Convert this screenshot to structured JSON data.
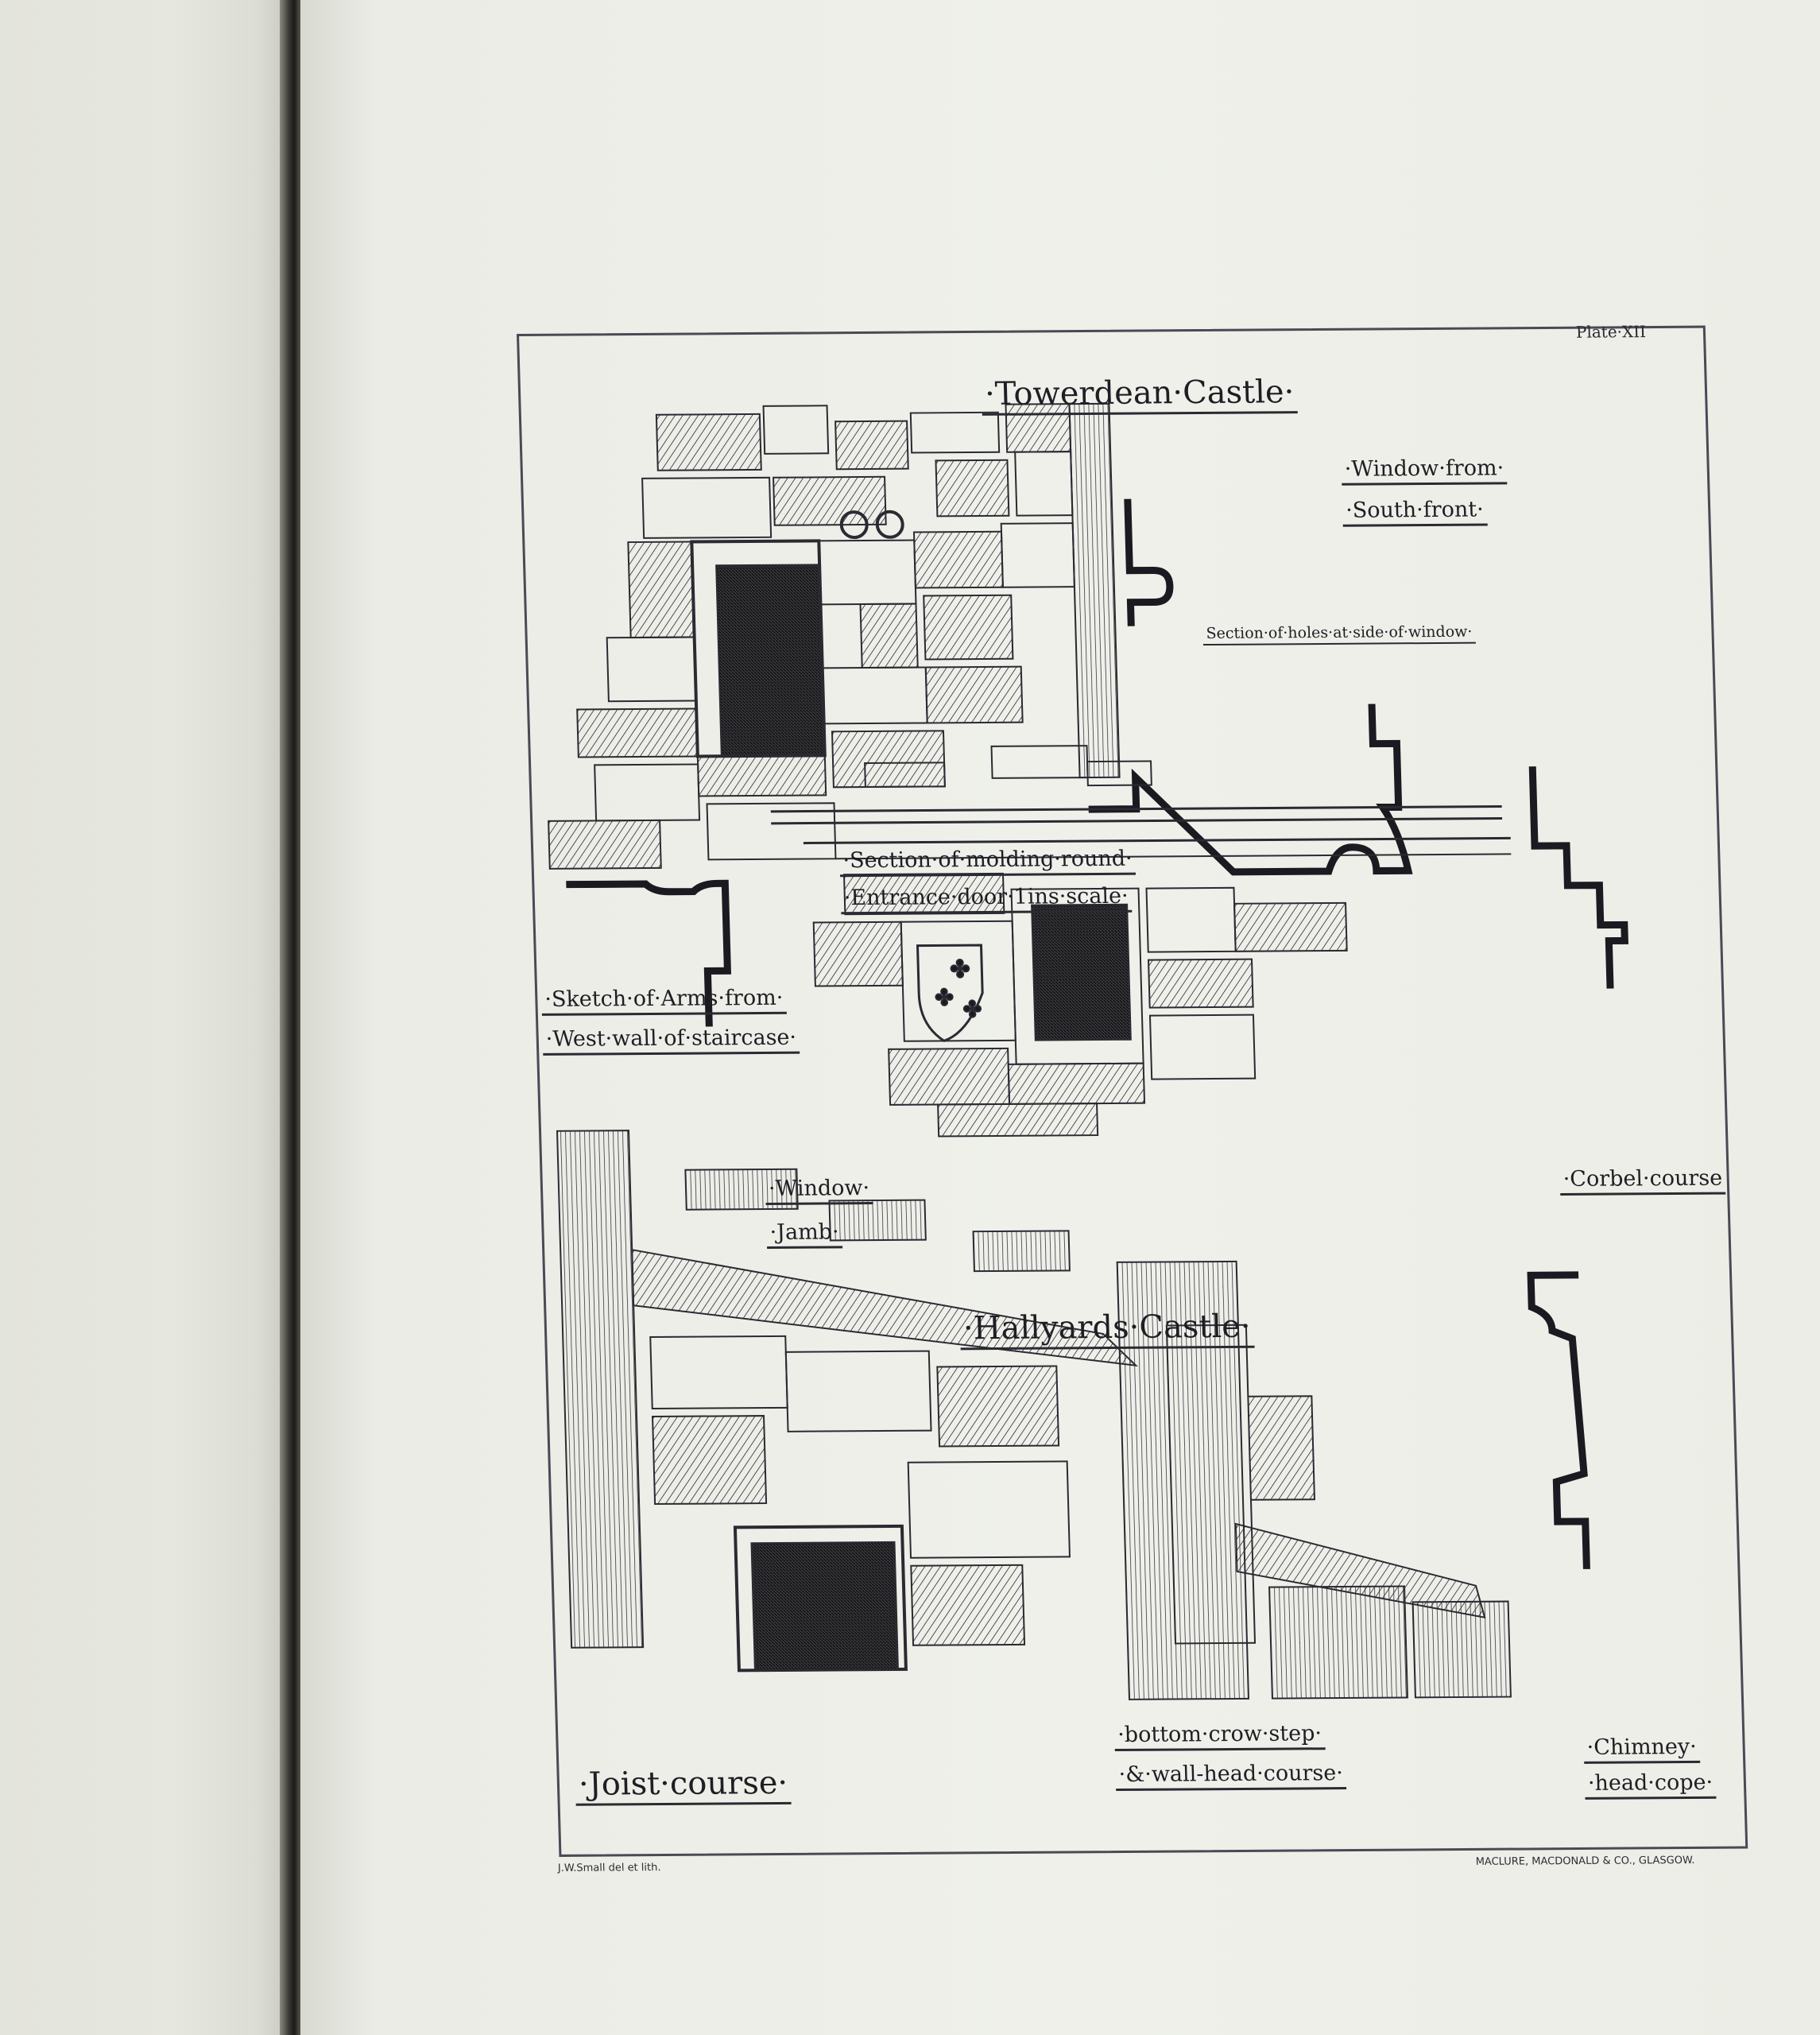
{
  "plate": {
    "plate_number": "Plate·XII",
    "title_top": "·Towerdean·Castle·",
    "title_middle": "·Hallyards·Castle·",
    "labels": {
      "window_from": "·Window·from·",
      "south_front": "·South·front·",
      "section_holes": "Section·of·holes·at·side·of·window·",
      "section_molding": "·Section·of·molding·round·",
      "entrance_door": "·Entrance·door·1ins·scale·",
      "sketch_arms": "·Sketch·of·Arms·from·",
      "west_wall": "·West·wall·of·staircase·",
      "window_jamb_1": "·Window·",
      "window_jamb_2": "·Jamb·",
      "corbel_course": "·Corbel·course",
      "joist_course": "·Joist·course·",
      "crow_step": "·bottom·crow·step·",
      "wall_head": "·&·wall-head·course·",
      "chimney": "·Chimney·",
      "head_cope": "·head·cope·"
    },
    "signature": "J.W.Small del et lith.",
    "printer": "MACLURE, MACDONALD & CO., GLASGOW."
  },
  "colors": {
    "ink": "#1e1e24",
    "paper": "#eff0ea",
    "spine": "#1c1a17"
  }
}
